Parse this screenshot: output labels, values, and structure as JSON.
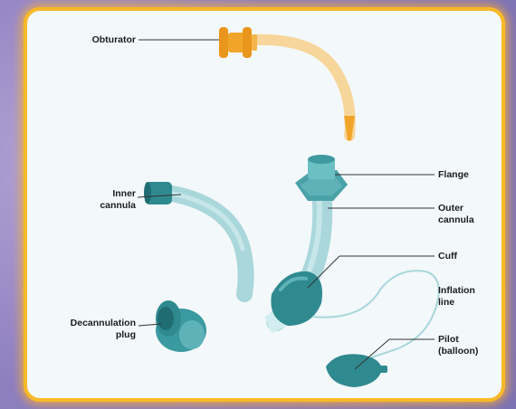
{
  "labels": {
    "obturator": "Obturator",
    "inner_cannula": [
      "Inner",
      "cannula"
    ],
    "decannulation_plug": [
      "Decannulation",
      "plug"
    ],
    "flange": "Flange",
    "outer_cannula": [
      "Outer",
      "cannula"
    ],
    "cuff": "Cuff",
    "inflation_line": [
      "Inflation",
      "line"
    ],
    "pilot": [
      "Pilot",
      "(balloon)"
    ]
  },
  "colors": {
    "frame_border": "#f7b928",
    "panel_bg": "#f3f8fb",
    "obturator": "#f0a52a",
    "obturator_shaft": "#f6d69a",
    "teal_dark": "#2f8a90",
    "teal_light": "#a9d7db",
    "teal_mid": "#5fb3b8"
  }
}
